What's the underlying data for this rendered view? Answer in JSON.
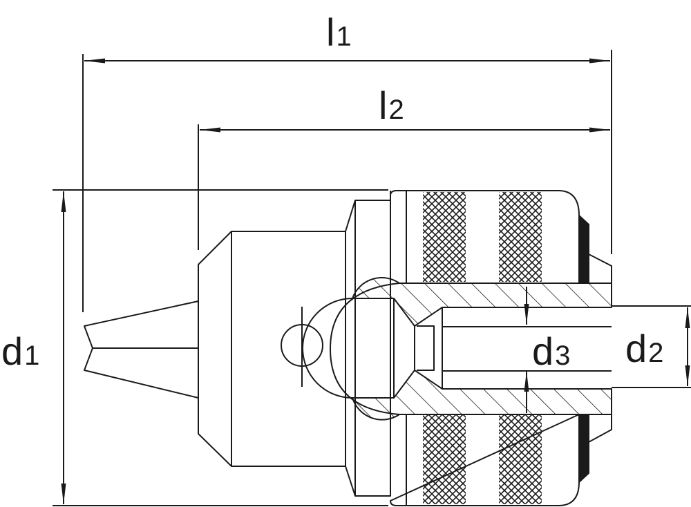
{
  "dimensions": {
    "l1": {
      "main": "l",
      "sub": "1"
    },
    "l2": {
      "main": "l",
      "sub": "2"
    },
    "d1": {
      "main": "d",
      "sub": "1"
    },
    "d2": {
      "main": "d",
      "sub": "2"
    },
    "d3": {
      "main": "d",
      "sub": "3"
    }
  },
  "colors": {
    "line": "#1a1a1a",
    "background": "#ffffff"
  }
}
